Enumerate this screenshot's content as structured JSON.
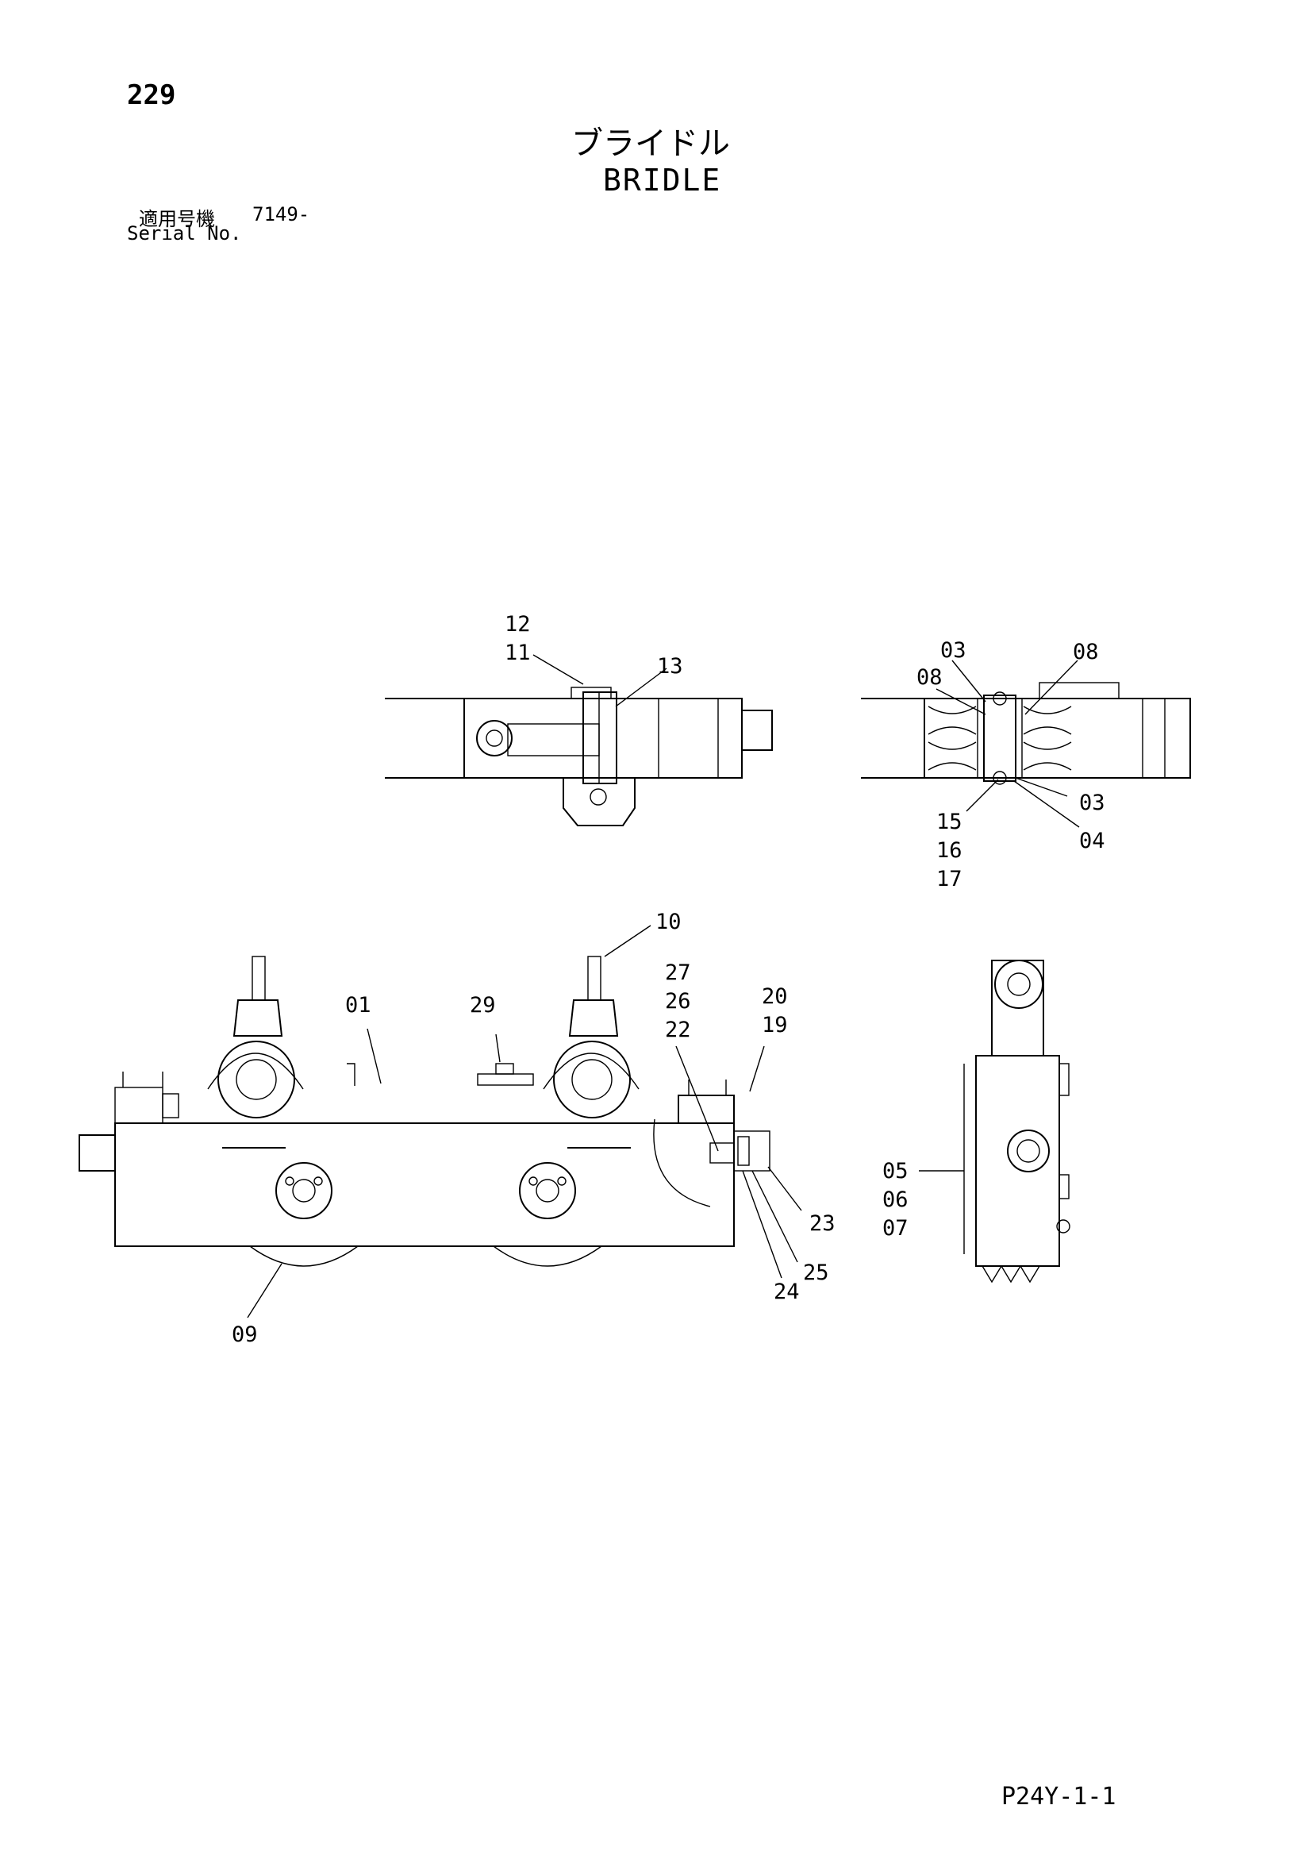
{
  "page_number": "229",
  "title_jp": "ブライドル",
  "title_en": "BRIDLE",
  "serial": {
    "label_jp": "適用号機",
    "value": "7149-",
    "label_en": "Serial No."
  },
  "doc_code": "P24Y-1-1",
  "callouts": {
    "c12": "12",
    "c11": "11",
    "c13": "13",
    "c03a": "03",
    "c08a": "08",
    "c08b": "08",
    "c03b": "03",
    "c04": "04",
    "c15": "15",
    "c16": "16",
    "c17": "17",
    "c10": "10",
    "c01": "01",
    "c29": "29",
    "c27": "27",
    "c26": "26",
    "c22": "22",
    "c20": "20",
    "c19": "19",
    "c23": "23",
    "c25": "25",
    "c24": "24",
    "c09": "09",
    "c05": "05",
    "c06": "06",
    "c07": "07"
  }
}
